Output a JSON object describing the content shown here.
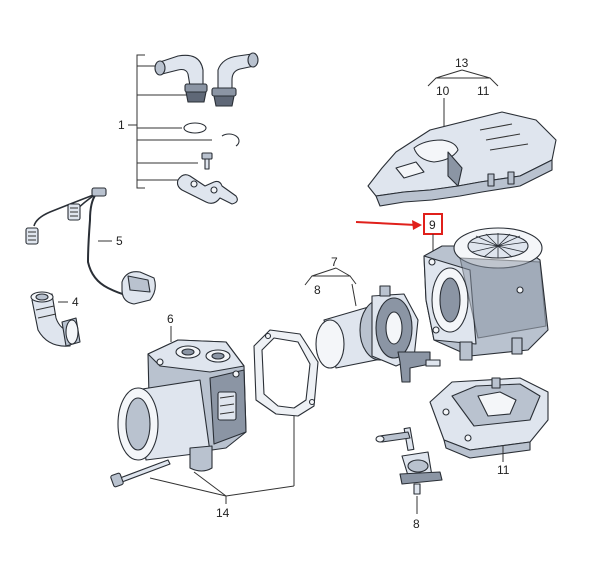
{
  "callouts": {
    "c1": "1",
    "c4": "4",
    "c5": "5",
    "c6": "6",
    "c7": "7",
    "c8a": "8",
    "c8b": "8",
    "c9": "9",
    "c10": "10",
    "c11a": "11",
    "c11b": "11",
    "c13": "13",
    "c14": "14"
  },
  "colors": {
    "highlight": "#e0201b",
    "line": "#333333",
    "part_light": "#dfe5ee",
    "part_mid": "#b9c2cf",
    "part_dark": "#8b95a4"
  }
}
